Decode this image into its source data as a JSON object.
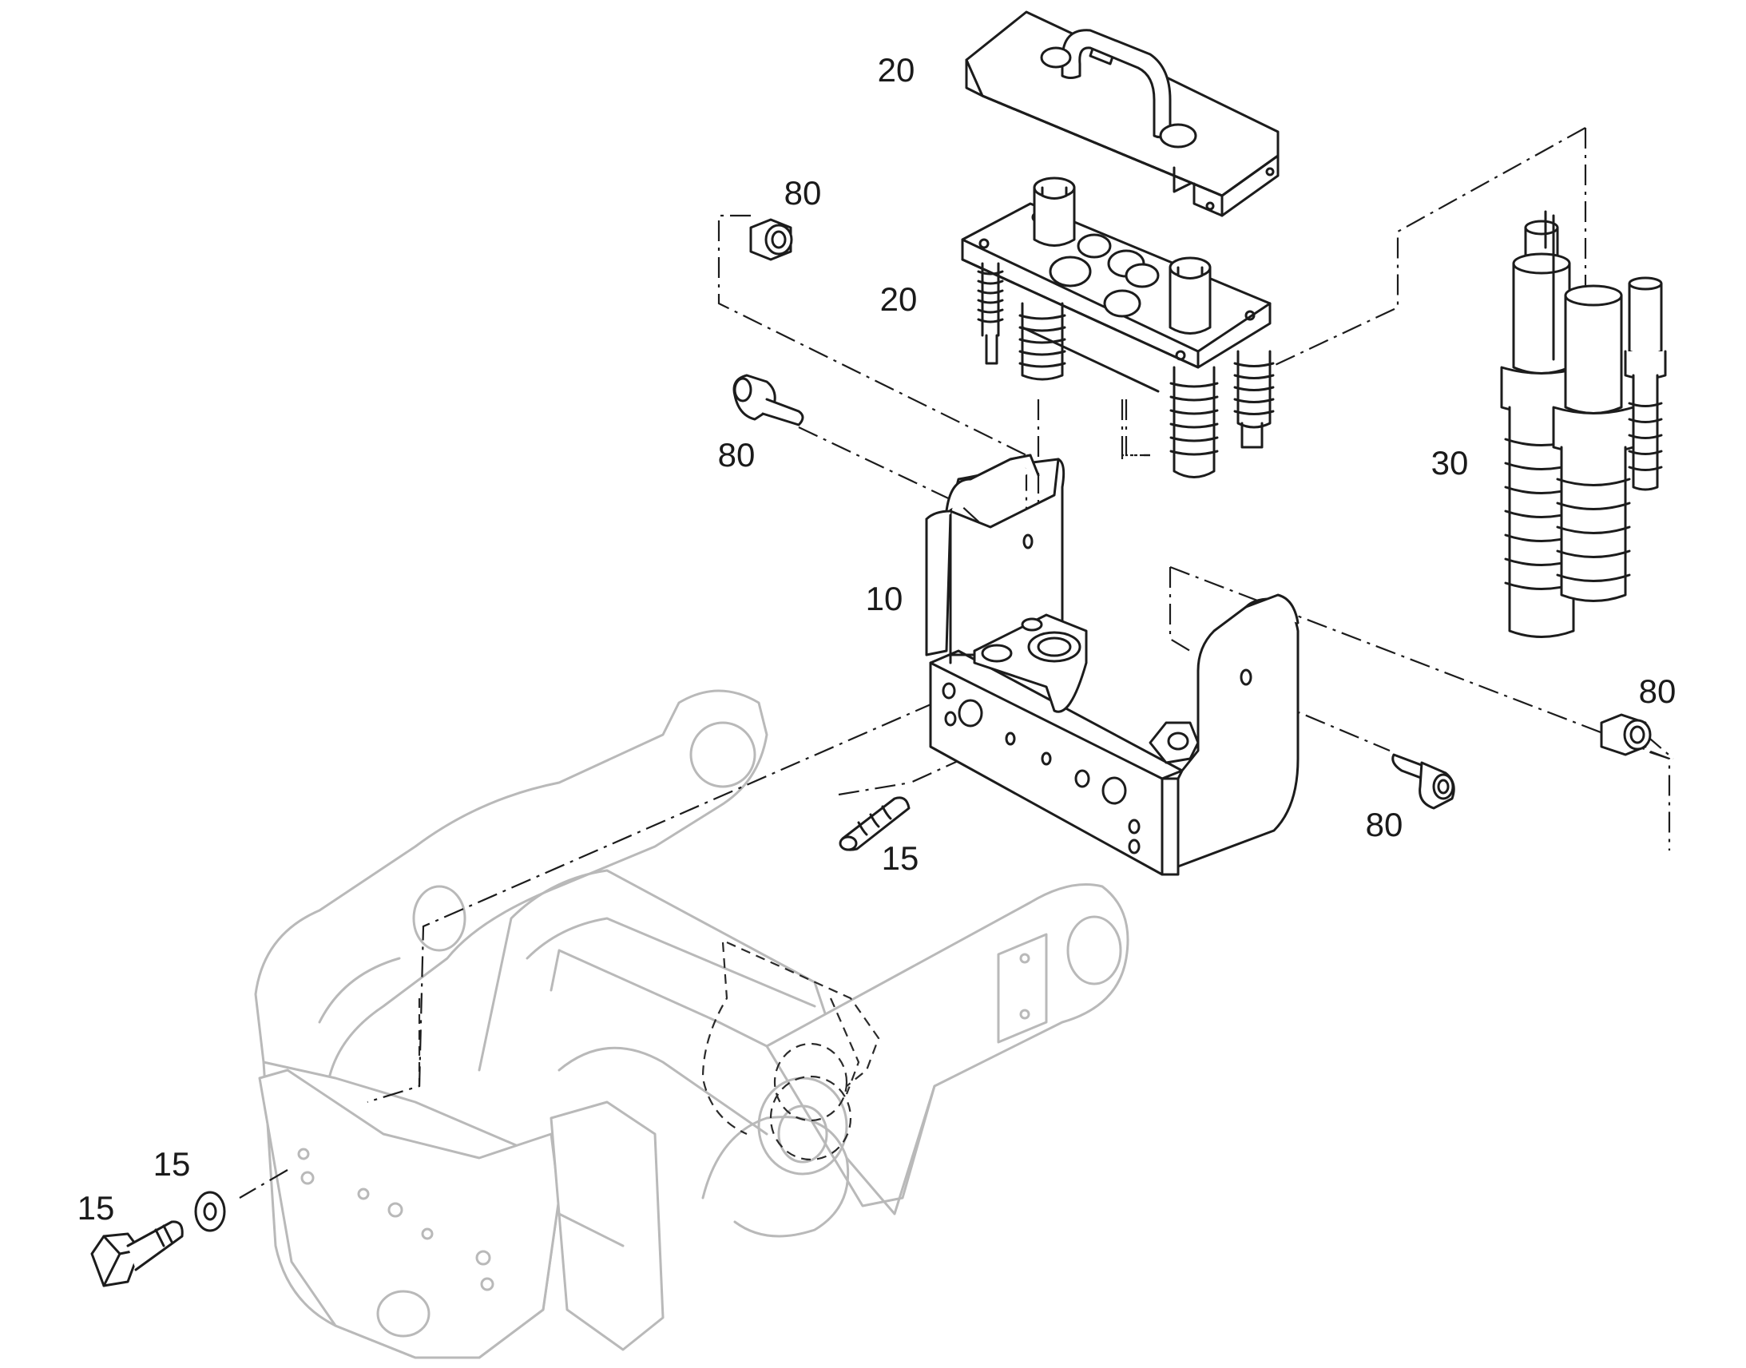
{
  "callouts": [
    {
      "id": "c20a",
      "label": "20"
    },
    {
      "id": "c20b",
      "label": "20"
    },
    {
      "id": "c80a",
      "label": "80"
    },
    {
      "id": "c80b",
      "label": "80"
    },
    {
      "id": "c80c",
      "label": "80"
    },
    {
      "id": "c80d",
      "label": "80"
    },
    {
      "id": "c30",
      "label": "30"
    },
    {
      "id": "c10",
      "label": "10"
    },
    {
      "id": "c15a",
      "label": "15"
    },
    {
      "id": "c15b",
      "label": "15"
    },
    {
      "id": "c15c",
      "label": "15"
    }
  ]
}
